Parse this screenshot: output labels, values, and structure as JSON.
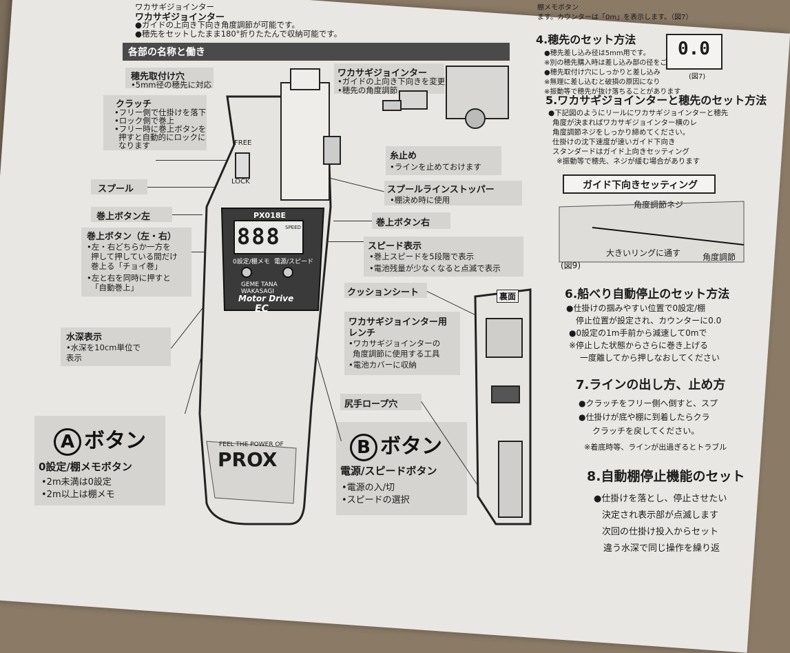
{
  "top_lines": [
    "ワカサギジョインター",
    "●ガイドの上向き下向き角度調節が可能です。",
    "●穂先をセットしたまま180°折りたたんで収納可能です。"
  ],
  "section_header": "各部の名称と働き",
  "left_labels": {
    "tip_hole": {
      "title": "穂先取付け穴",
      "desc": [
        "•5mm径の穂先に対応"
      ]
    },
    "clutch": {
      "title": "クラッチ",
      "desc": [
        "•フリー側で仕掛けを落下",
        "•ロック側で巻上",
        "•フリー時に巻上ボタンを",
        "押すと自動的にロックに",
        "なります"
      ]
    },
    "spool": {
      "title": "スプール"
    },
    "wind_left": {
      "title": "巻上ボタン左"
    },
    "wind_lr": {
      "title": "巻上ボタン（左・右）",
      "desc": [
        "•左・右どちらか一方を",
        "押して押している間だけ",
        "巻上る「チョイ巻」",
        "•左と右を同時に押すと",
        "「自動巻上」"
      ]
    },
    "depth": {
      "title": "水深表示",
      "desc": [
        "•水深を10cm単位で",
        "表示"
      ]
    }
  },
  "button_a": {
    "letter": "A",
    "title": "ボタン",
    "sub": "0設定/棚メモボタン",
    "desc": [
      "•2m未満は0設定",
      "•2m以上は棚メモ"
    ]
  },
  "button_b": {
    "letter": "B",
    "title": "ボタン",
    "sub": "電源/スピードボタン",
    "desc": [
      "•電源の入/切",
      "•スピードの選択"
    ]
  },
  "right_labels": {
    "jointer": {
      "title": "ワカサギジョインター",
      "desc": [
        "•ガイドの上向き下向きを変更",
        "•穂先の角度調節"
      ]
    },
    "line_stop": {
      "title": "糸止め",
      "desc": [
        "•ラインを止めておけます"
      ]
    },
    "spool_stopper": {
      "title": "スプールラインストッパー",
      "desc": [
        "•棚決め時に使用"
      ]
    },
    "wind_right": {
      "title": "巻上ボタン右"
    },
    "speed": {
      "title": "スピード表示",
      "desc": [
        "•巻上スピードを5段階で表示",
        "•電池残量が少なくなると点滅で表示"
      ]
    },
    "cushion": {
      "title": "クッションシート"
    },
    "wrench": {
      "title": "ワカサギジョインター用",
      "title2": "レンチ",
      "desc": [
        "•ワカサギジョインターの",
        "角度調節に使用する工具",
        "•電池カバーに収納"
      ]
    },
    "rope_hole": {
      "title": "尻手ロープ穴"
    },
    "back_tag": "裏面"
  },
  "device": {
    "model": "PX018E",
    "display": "888",
    "speed_tag": "SPEED",
    "free": "FREE",
    "lock": "LOCK",
    "btn_a_label": "0設定/棚メモ",
    "btn_b_label": "電源/スピード",
    "brand_line1": "GEME TANA",
    "brand_line2": "WAKASAGI",
    "brand_line3": "Motor Drive",
    "brand_ec": "EC",
    "slogan": "FEEL THE POWER OF",
    "brand": "PROX"
  },
  "right_column": {
    "top_lines": [
      "棚メモボタン",
      "ます。カウンターは「0m」を表示します。（図7）"
    ],
    "s4": "4.穂先のセット方法",
    "s4_lines": [
      "●穂先差し込み径は5mm用です。",
      "※別の穂先購入時は差し込み部の径をご",
      "●穂先取付け穴にしっかりと差し込み",
      "※無理に差し込むと破損の原因になり",
      "※振動等で穂先が抜け落ちることがあります"
    ],
    "fig7": "(図7)",
    "lcd": "0.0",
    "s5": "5.ワカサギジョインターと穂先のセット方法",
    "s5_lines": [
      "●下記図のようにリールにワカサギジョインターと穂先",
      "角度が決まればワカサギジョインター横のレ",
      "角度調節ネジをしっかり締めてください。",
      "仕掛けの沈下速度が速いガイド下向き",
      "スタンダードはガイド上向きセッティング",
      "※振動等で穂先、ネジが緩む場合があります"
    ],
    "guide_title": "ガイド下向きセッティング",
    "angle_screw": "角度調節ネジ",
    "big_ring": "大きいリングに通す",
    "angle_adj": "角度調節",
    "fig9": "(図9)",
    "s6": "6.船べり自動停止のセット方法",
    "s6_lines": [
      "●仕掛けの掴みやすい位置で0設定/棚",
      "停止位置が設定され、カウンターに0.0",
      "●0設定の1m手前から減速して0mで",
      "※停止した状態からさらに巻き上げる",
      "一度離してから押しなおしてください"
    ],
    "s7": "7.ラインの出し方、止め方",
    "s7_lines": [
      "●クラッチをフリー側へ倒すと、スプ",
      "●仕掛けが底や棚に到着したらクラ",
      "クラッチを戻してください。",
      "※着底時等、ラインが出過ぎるとトラブル"
    ],
    "s8": "8.自動棚停止機能のセット",
    "s8_lines": [
      "●仕掛けを落とし、停止させたい",
      "決定され表示部が点滅します",
      "次回の仕掛け投入からセット",
      "違う水深で同じ操作を繰り返"
    ]
  }
}
